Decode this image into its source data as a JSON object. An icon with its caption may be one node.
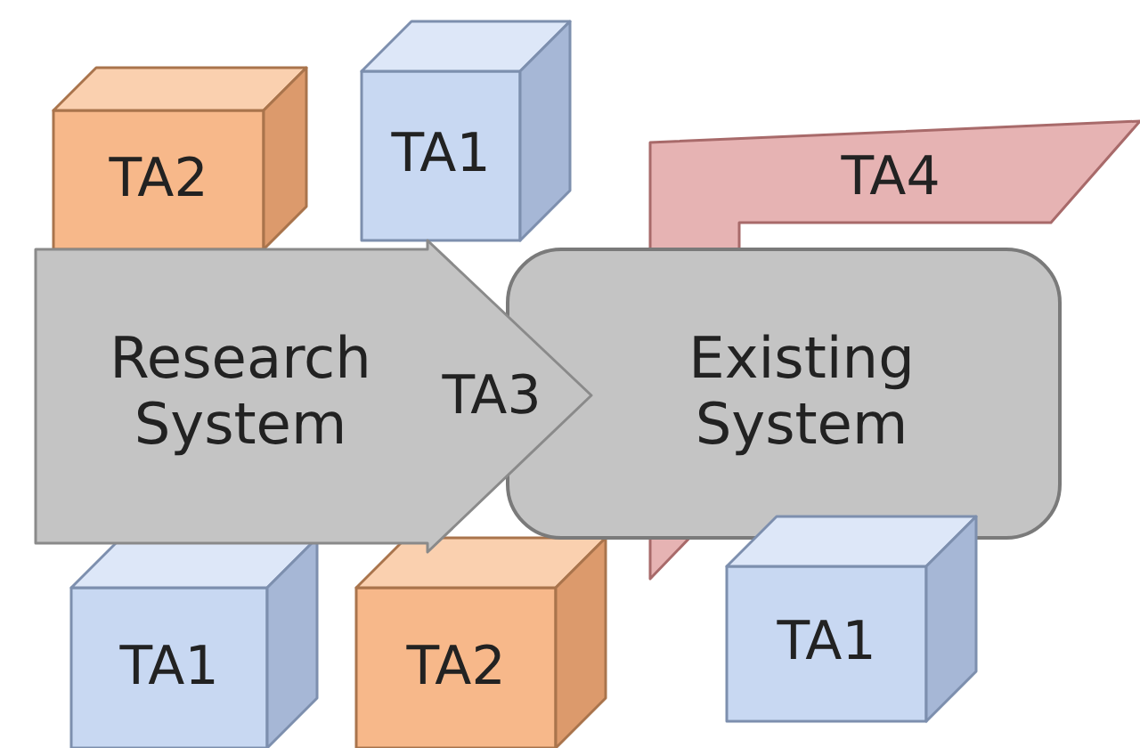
{
  "diagram": {
    "nodes": [
      {
        "text": [
          "TA2"
        ]
      },
      {
        "text": [
          "TA1"
        ]
      },
      {
        "text": [
          "TA4"
        ]
      },
      {
        "text": [
          "Research System",
          "TA3"
        ]
      },
      {
        "text": [
          "Existing System"
        ]
      },
      {
        "text": [
          "TA1"
        ]
      },
      {
        "text": [
          "TA2"
        ]
      },
      {
        "text": [
          "TA1"
        ]
      }
    ]
  }
}
